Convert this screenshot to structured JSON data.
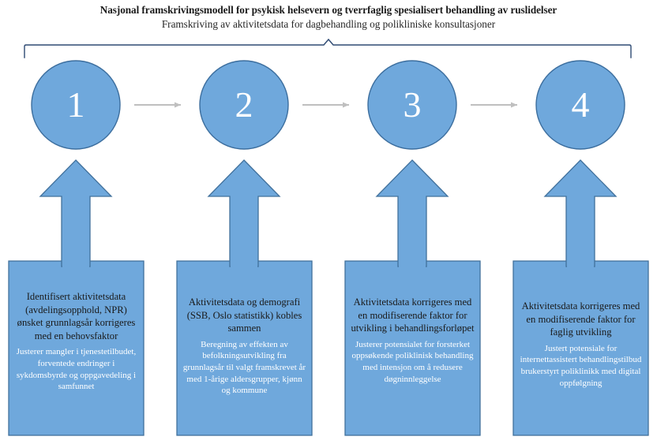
{
  "header": {
    "title": "Nasjonal framskrivingsmodell for psykisk helsevern og tverrfaglig spesialisert behandling av ruslidelser",
    "subtitle": "Framskriving av aktivitetsdata for dagbehandling og polikliniske konsultasjoner"
  },
  "colors": {
    "shape_fill": "#6FA8DC",
    "shape_stroke": "#41719C",
    "bracket_stroke": "#2E4A73",
    "connector_arrow": "#BFBFBF",
    "heading_text": "#1A1A1A",
    "sub_text": "#FFFFFF",
    "background": "#FFFFFF"
  },
  "steps": [
    {
      "number": "1",
      "heading": "Identifisert aktivitetsdata (avdelingsopphold, NPR) ønsket grunnlagsår korrigeres med en behovsfaktor",
      "sub": "Justerer mangler i tjenestetilbudet, forventede endringer i sykdomsbyrde og oppgavedeling i samfunnet"
    },
    {
      "number": "2",
      "heading": "Aktivitetsdata og demografi (SSB, Oslo statistikk) kobles sammen",
      "sub": "Beregning av effekten av befolkningsutvikling fra grunnlagsår til valgt framskrevet år med 1-årige aldersgrupper, kjønn og kommune"
    },
    {
      "number": "3",
      "heading": "Aktivitetsdata korrigeres med en modifiserende faktor for utvikling i behandlingsforløpet",
      "sub": "Justerer potensialet for forsterket oppsøkende poliklinisk behandling med intensjon om å redusere døgninnleggelse"
    },
    {
      "number": "4",
      "heading": "Aktivitetsdata korrigeres med en modifiserende faktor for faglig utvikling",
      "sub": "Justert potensiale for internettassistert behandlingstilbud brukerstyrt poliklinikk med digital oppfølgning"
    }
  ]
}
